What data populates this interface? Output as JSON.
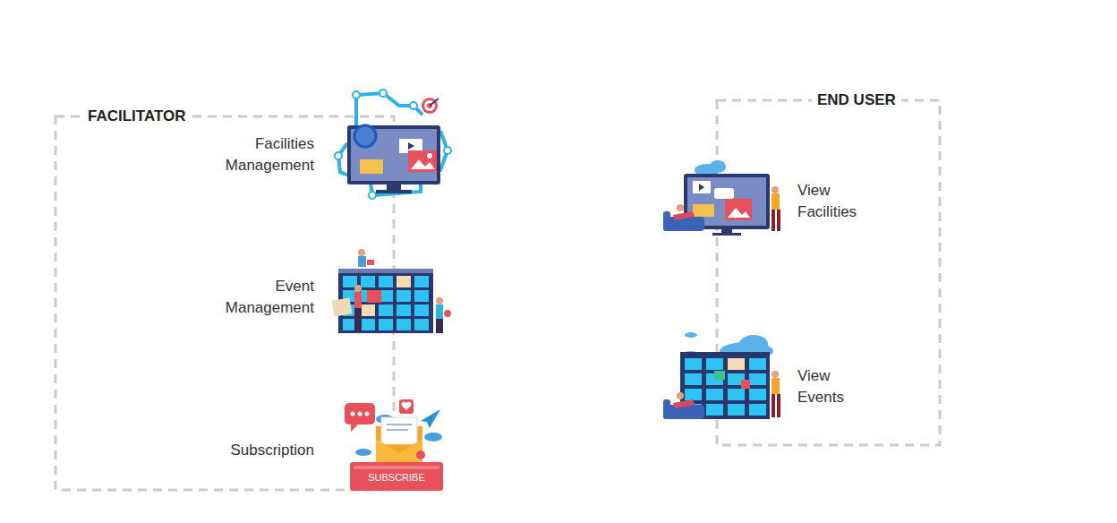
{
  "diagram": {
    "nodes": [
      {
        "text": [
          "FACILITATOR"
        ]
      },
      {
        "text": [
          "Facilities Management"
        ],
        "in": 0
      },
      {
        "text": [
          "Event Management"
        ],
        "in": 0
      },
      {
        "text": [
          "Subscription"
        ],
        "in": 0
      },
      {
        "text": [
          "END USER"
        ]
      },
      {
        "text": [
          "View Facilities"
        ],
        "in": 4
      },
      {
        "text": [
          "View Events"
        ],
        "in": 4
      }
    ],
    "labels": [
      "SUBSCRIBE"
    ]
  }
}
